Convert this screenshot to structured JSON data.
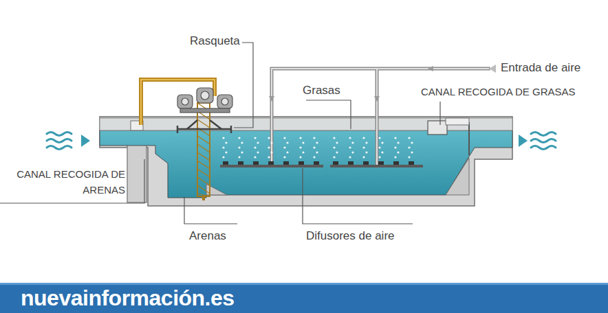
{
  "diagram": {
    "nodes": [
      {
        "text": [
          "nuevainformación.es"
        ]
      }
    ],
    "labels": [
      "Rasqueta",
      "Entrada de aire",
      "Grasas",
      "CANAL RECOGIDA DE GRASAS",
      "CANAL RECOGIDA DE ARENAS",
      "Arenas",
      "Difusores de aire"
    ]
  }
}
